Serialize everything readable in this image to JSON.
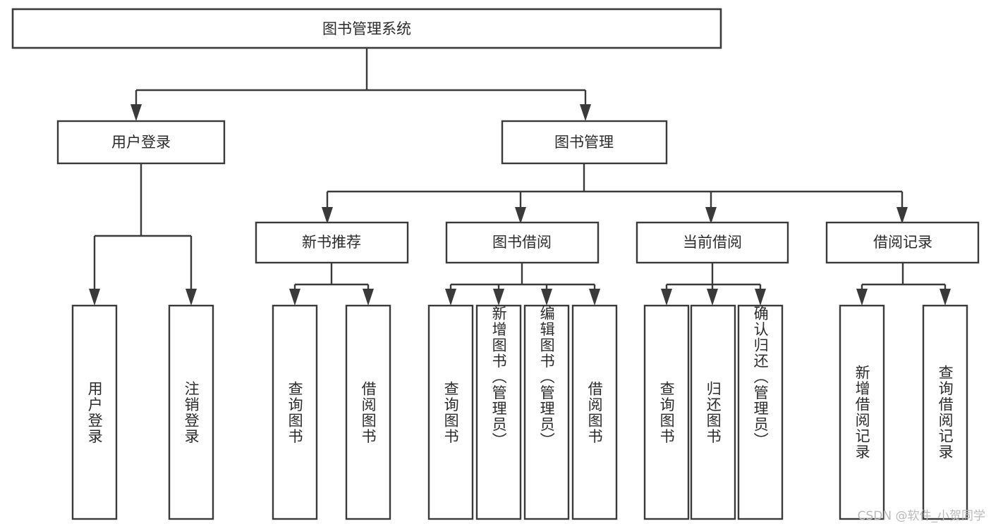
{
  "diagram": {
    "type": "tree",
    "title": "图书管理系统",
    "orientation": "top-down",
    "line_color": "#3a3a3a",
    "box_fill": "#ffffff",
    "text_color": "#2b2b2b",
    "nodes": {
      "root": {
        "label": "图书管理系统"
      },
      "level2": [
        {
          "label": "用户登录"
        },
        {
          "label": "图书管理"
        }
      ],
      "level3": [
        {
          "label": "新书推荐"
        },
        {
          "label": "图书借阅"
        },
        {
          "label": "当前借阅"
        },
        {
          "label": "借阅记录"
        }
      ],
      "leaves": [
        {
          "label": "用户登录",
          "parent": "用户登录"
        },
        {
          "label": "注销登录",
          "parent": "用户登录"
        },
        {
          "label": "查询图书",
          "parent": "新书推荐"
        },
        {
          "label": "借阅图书",
          "parent": "新书推荐"
        },
        {
          "label": "查询图书",
          "parent": "图书借阅"
        },
        {
          "label": "新增图书（管理员）",
          "parent": "图书借阅"
        },
        {
          "label": "编辑图书（管理员）",
          "parent": "图书借阅"
        },
        {
          "label": "借阅图书",
          "parent": "图书借阅"
        },
        {
          "label": "查询图书",
          "parent": "当前借阅"
        },
        {
          "label": "归还图书",
          "parent": "当前借阅"
        },
        {
          "label": "确认归还（管理员）",
          "parent": "当前借阅"
        },
        {
          "label": "新增借阅记录",
          "parent": "借阅记录"
        },
        {
          "label": "查询借阅记录",
          "parent": "借阅记录"
        }
      ]
    }
  },
  "watermark": {
    "text": "CSDN @软件_小贺同学"
  }
}
